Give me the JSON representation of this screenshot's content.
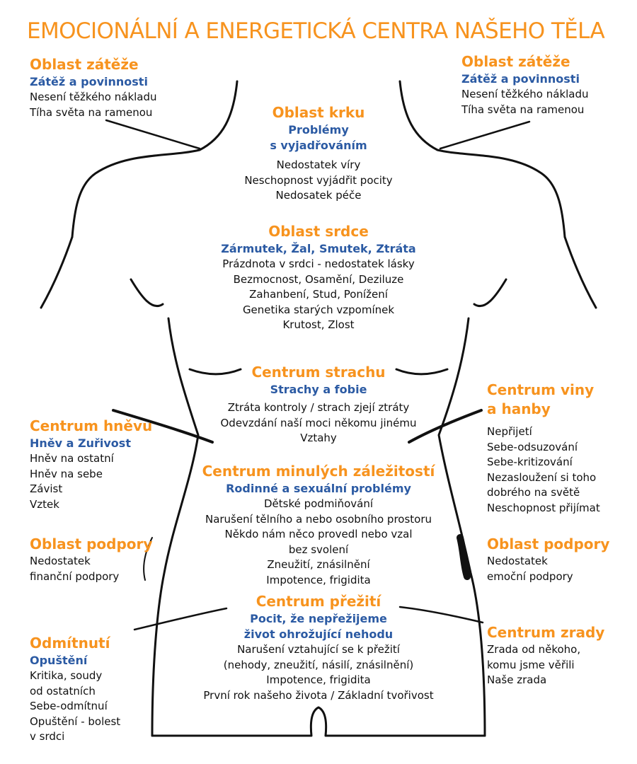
{
  "title": "EMOCIONÁLNÍ A ENERGETICKÁ CENTRA NAŠEHO TĚLA",
  "colors": {
    "heading": "#f7931e",
    "subheading": "#2b5aa3",
    "text": "#111111"
  },
  "zones": {
    "shoulder_left": {
      "heading": "Oblast zátěže",
      "subheading": "Zátěž a povinnosti",
      "items": [
        "Nesení těžkého nákladu",
        "Tíha světa na ramenou"
      ]
    },
    "shoulder_right": {
      "heading": "Oblast zátěže",
      "subheading": "Zátěž a povinnosti",
      "items": [
        "Nesení těžkého nákladu",
        "Tíha světa na ramenou"
      ]
    },
    "throat": {
      "heading": "Oblast krku",
      "subheading": [
        "Problémy",
        "s vyjadřováním"
      ],
      "items": [
        "Nedostatek víry",
        "Neschopnost vyjádřit pocity",
        "Nedosatek péče"
      ]
    },
    "heart": {
      "heading": "Oblast srdce",
      "subheading": "Zármutek, Žal, Smutek, Ztráta",
      "items": [
        "Prázdnota v srdci - nedostatek lásky",
        "Bezmocnost, Osamění, Deziluze",
        "Zahanbení, Stud, Ponížení",
        "Genetika starých vzpomínek",
        "Krutost, Zlost"
      ]
    },
    "fear": {
      "heading": "Centrum strachu",
      "subheading": "Strachy a fobie",
      "items": [
        "Ztráta kontroly / strach zjejí ztráty",
        "Odevzdání naší moci někomu jinému",
        "Vztahy"
      ]
    },
    "past": {
      "heading": "Centrum minulých záležitostí",
      "subheading": "Rodinné a sexuální problémy",
      "items": [
        "Dětské podmiňování",
        "Narušení tělního a nebo osobního prostoru",
        "Někdo nám něco provedl nebo vzal",
        "bez svolení",
        "Zneužití, znásilnění",
        "Impotence, frigidita"
      ]
    },
    "survival": {
      "heading": "Centrum přežití",
      "subheading": [
        "Pocit, že nepřežijeme",
        "život ohrožující nehodu"
      ],
      "items": [
        "Narušení vztahující se k přežití",
        "(nehody, zneužití, násilí, znásilnění)",
        "Impotence, frigidita",
        "První rok našeho života / Základní tvořivost"
      ]
    },
    "anger": {
      "heading": "Centrum hněvu",
      "subheading": "Hněv a Zuřivost",
      "items": [
        "Hněv na ostatní",
        "Hněv na sebe",
        "Závist",
        "Vztek"
      ]
    },
    "support_left": {
      "heading": "Oblast podpory",
      "items": [
        "Nedostatek",
        "finanční podpory"
      ]
    },
    "rejection": {
      "heading": "Odmítnutí",
      "subheading": "Opuštění",
      "items": [
        "Kritika, soudy",
        "od ostatních",
        "Sebe-odmítnuí",
        "Opuštění - bolest",
        "v srdci"
      ]
    },
    "guilt": {
      "heading": [
        "Centrum viny",
        "a hanby"
      ],
      "items": [
        "Nepřijetí",
        "Sebe-odsuzování",
        "Sebe-kritizování",
        "Nezasloužení si toho",
        "dobrého na světě",
        "Neschopnost přijímat"
      ]
    },
    "support_right": {
      "heading": "Oblast podpory",
      "items": [
        "Nedostatek",
        "emoční podpory"
      ]
    },
    "betrayal": {
      "heading": "Centrum zrady",
      "items": [
        "Zrada od někoho,",
        "komu jsme věřili",
        "Naše zrada"
      ]
    }
  }
}
